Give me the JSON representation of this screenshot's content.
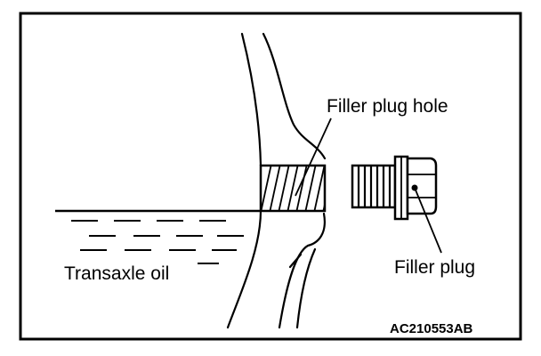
{
  "labels": {
    "filler_plug_hole": "Filler plug hole",
    "filler_plug": "Filler plug",
    "transaxle_oil": "Transaxle oil"
  },
  "figure_code": "AC210553AB",
  "colors": {
    "line": "#000000",
    "background": "#ffffff"
  }
}
